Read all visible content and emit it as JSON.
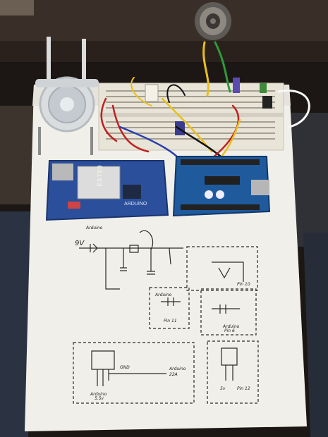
{
  "photo": {
    "subject": "Electronics project on a white foam board with Arduino, GSM shield, breadboard, peristaltic pump, speaker and hand-drawn schematic",
    "colors": {
      "board": "#f1efe9",
      "breadboard": "#e8e4d8",
      "pcb_blue": "#2b4f9a",
      "background": "#1c1714",
      "ink": "#2a2a2a"
    }
  },
  "labels": {
    "gsm_module": "E6700",
    "gsm_brand": "ARDUINO",
    "voltage": "9V",
    "caption_1": "Arduino",
    "caption_2": "Arduino",
    "caption_3": "Arduino",
    "caption_4": "Arduino",
    "caption_5": "Arduino",
    "pin_1": "Pin 11",
    "pin_2": "Pin 6",
    "pin_3": "Pin 10",
    "pin_4": "5.5v",
    "pin_5": "GND",
    "pin_6": "5v",
    "pin_7": "22A",
    "pin_8": "Pin 12"
  }
}
